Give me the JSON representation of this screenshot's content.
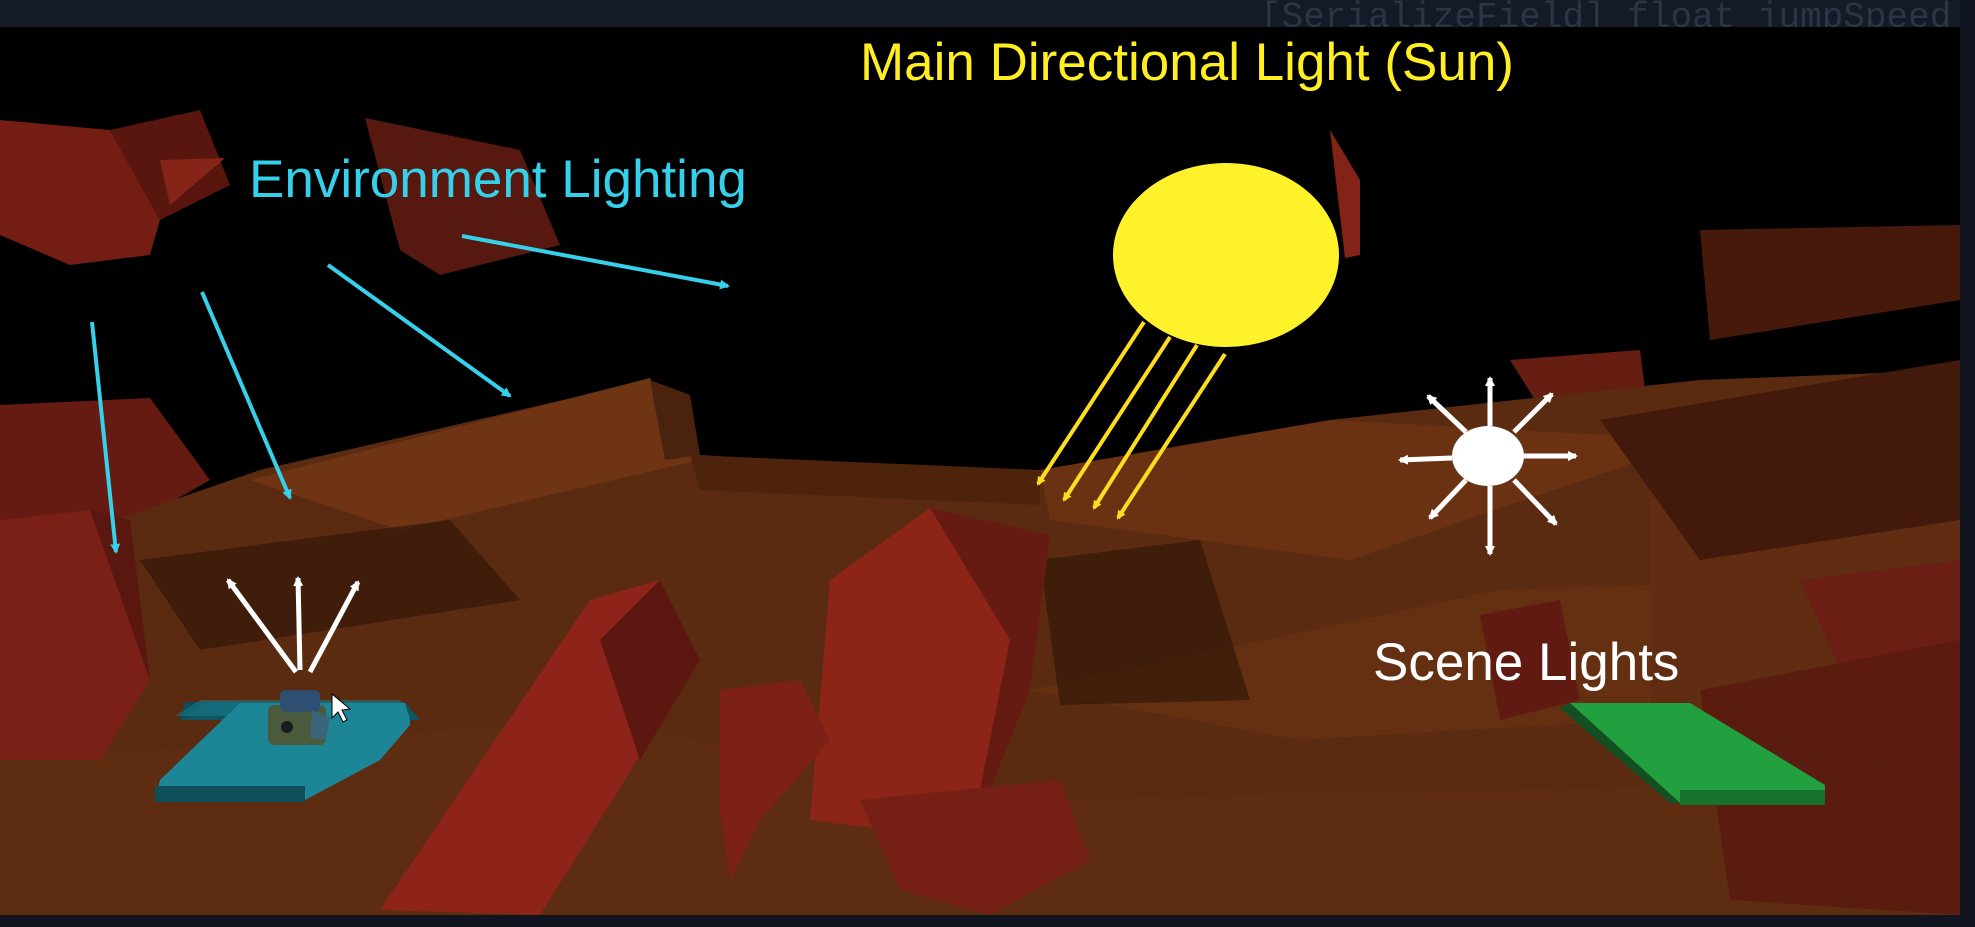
{
  "background_code_text": "[SerializeField] float jumpSpeed",
  "labels": {
    "sun": "Main Directional Light (Sun)",
    "environment": "Environment Lighting",
    "scene": "Scene Lights"
  },
  "colors": {
    "sun_label": "#ffee22",
    "sun_fill": "#fff22a",
    "sun_rays": "#ffdc1e",
    "environment": "#35d0ea",
    "scene_label": "#ffffff",
    "scene_light": "#ffffff",
    "terrain": "#5c2c10",
    "rocks": "#8c2418",
    "spawn_pad": "#1d8696",
    "goal_pad": "#22a040",
    "sky": "#000000"
  },
  "icons": {
    "sun": "sun-circle-icon",
    "point_light": "point-light-burst-icon",
    "player": "player-character-icon",
    "cursor": "mouse-cursor-icon"
  }
}
